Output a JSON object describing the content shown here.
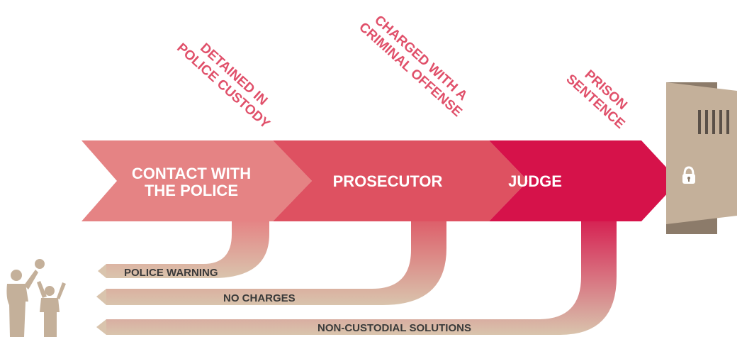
{
  "stages": [
    {
      "label_line1": "CONTACT WITH",
      "label_line2": "THE POLICE",
      "color": "#e58384"
    },
    {
      "label_line1": "PROSECUTOR",
      "label_line2": "",
      "color": "#de5161"
    },
    {
      "label_line1": "JUDGE",
      "label_line2": "",
      "color": "#d6124a"
    }
  ],
  "transitions": [
    {
      "line1": "DETAINED IN",
      "line2": "POLICE CUSTODY"
    },
    {
      "line1": "CHARGED WITH A",
      "line2": "CRIMINAL OFFENSE"
    },
    {
      "line1": "PRISON",
      "line2": "SENTENCE"
    }
  ],
  "exits": [
    {
      "label": "POLICE WARNING"
    },
    {
      "label": "NO CHARGES"
    },
    {
      "label": "NON-CUSTODIAL SOLUTIONS"
    }
  ],
  "colors": {
    "stage1": "#e58384",
    "stage2": "#de5161",
    "stage3": "#d6124a",
    "transition_text": "#e0506a",
    "exit_band": "#d9c4ad",
    "exit_text": "#3a3a3a",
    "door": "#c4b09a",
    "door_dark": "#8c7b6a"
  },
  "icons": {
    "door": "prison-door-icon",
    "lock": "lock-icon",
    "people": "family-people-icon"
  }
}
